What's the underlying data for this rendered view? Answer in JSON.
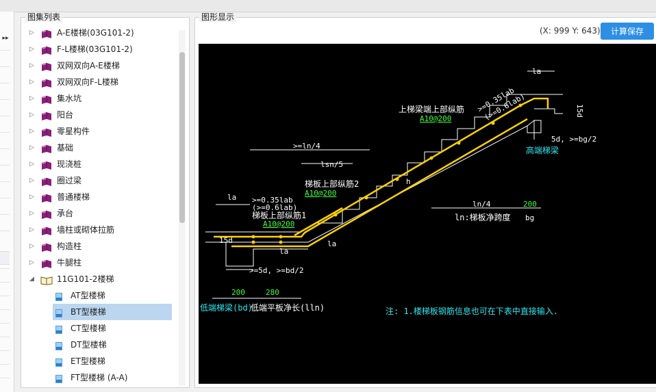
{
  "left_panel": {
    "title": "图集列表",
    "tree": [
      {
        "label": "A-E楼梯(03G101-2)",
        "type": "book",
        "arrow": "▷"
      },
      {
        "label": "F-L楼梯(03G101-2)",
        "type": "book",
        "arrow": "▷"
      },
      {
        "label": "双网双向A-E楼梯",
        "type": "book",
        "arrow": "▷"
      },
      {
        "label": "双网双向F-L楼梯",
        "type": "book",
        "arrow": "▷"
      },
      {
        "label": "集水坑",
        "type": "book",
        "arrow": "▷"
      },
      {
        "label": "阳台",
        "type": "book",
        "arrow": "▷"
      },
      {
        "label": "零星构件",
        "type": "book",
        "arrow": "▷"
      },
      {
        "label": "基础",
        "type": "book",
        "arrow": "▷"
      },
      {
        "label": "现浇桩",
        "type": "book",
        "arrow": "▷"
      },
      {
        "label": "圈过梁",
        "type": "book",
        "arrow": "▷"
      },
      {
        "label": "普通楼梯",
        "type": "book",
        "arrow": "▷"
      },
      {
        "label": "承台",
        "type": "book",
        "arrow": "▷"
      },
      {
        "label": "墙柱或砌体拉筋",
        "type": "book",
        "arrow": "▷"
      },
      {
        "label": "构造柱",
        "type": "book",
        "arrow": "▷"
      },
      {
        "label": "牛腿柱",
        "type": "book",
        "arrow": "▷"
      },
      {
        "label": "11G101-2楼梯",
        "type": "open-book",
        "arrow": "◢"
      },
      {
        "label": "AT型楼梯",
        "type": "page",
        "child": true
      },
      {
        "label": "BT型楼梯",
        "type": "page",
        "child": true,
        "selected": true
      },
      {
        "label": "CT型楼梯",
        "type": "page",
        "child": true
      },
      {
        "label": "DT型楼梯",
        "type": "page",
        "child": true
      },
      {
        "label": "ET型楼梯",
        "type": "page",
        "child": true
      },
      {
        "label": "FT型楼梯 (A-A)",
        "type": "page",
        "child": true
      }
    ]
  },
  "right_panel": {
    "title": "图形显示",
    "coords": "(X: 999 Y: 643)",
    "save_button": "计算保存"
  },
  "drawing": {
    "labels": {
      "la_top": "la",
      "angle1": ">=0.35lab",
      "angle2": "(>=0.6lab)",
      "upper_beam_bar": "上梯梁端上部纵筋",
      "upper_beam_bar_val": "A10@200",
      "d15_right": "15d",
      "d5_right": "5d, >=bg/2",
      "high_beam": "高端梯梁",
      "ln4_top": ">=ln/4",
      "lsn5": "lsn/5",
      "slab_bar2": "梯板上部纵筋2",
      "slab_bar2_val": "A10@200",
      "h": "h",
      "la_left": "la",
      "lab035": ">=0.35lab",
      "lab06": "(>=0.6lab)",
      "slab_bar1": "梯板上部纵筋1",
      "slab_bar1_val": "A10@200",
      "d15_left": "15d",
      "la_mid1": "la",
      "la_mid2": "la",
      "d5_left": ">=5d, >=bd/2",
      "ln4_bot": "ln/4",
      "bg_val": "200",
      "ln_text": "ln:梯板净跨度",
      "bg_text": "bg",
      "bd_val": "200",
      "lln_val": "280",
      "low_beam": "低端梯梁(bd)",
      "low_slab": "低端平板净长(lln)",
      "note": "注: 1.楼梯板钢筋信息也可在下表中直接输入."
    }
  }
}
